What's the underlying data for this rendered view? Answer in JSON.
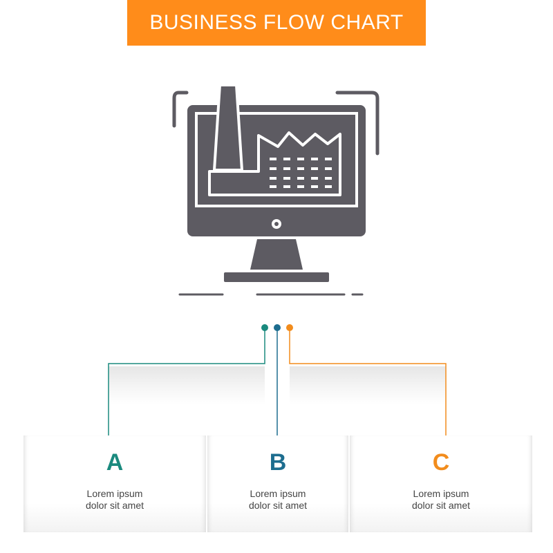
{
  "title": "BUSINESS FLOW CHART",
  "colors": {
    "banner": "#ff8c1a",
    "icon": "#5d5b62",
    "step_a": "#1a8a7e",
    "step_b": "#1d6d8f",
    "step_c": "#f28c1c"
  },
  "hero_icon": "factory-monitor-icon",
  "steps": [
    {
      "letter": "A",
      "line1": "Lorem ipsum",
      "line2": "dolor sit amet"
    },
    {
      "letter": "B",
      "line1": "Lorem ipsum",
      "line2": "dolor sit amet"
    },
    {
      "letter": "C",
      "line1": "Lorem ipsum",
      "line2": "dolor sit amet"
    }
  ]
}
